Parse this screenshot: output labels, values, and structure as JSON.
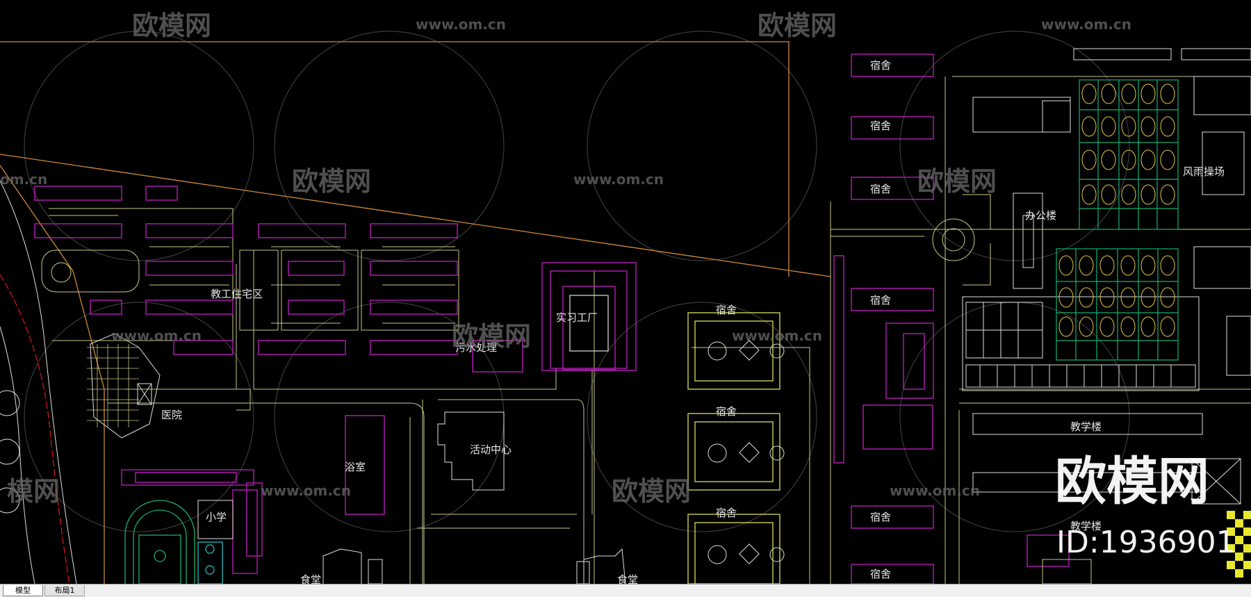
{
  "theme": {
    "background": "#000000",
    "building_magenta": "#c41fc4",
    "road_yellow": "#c8c88a",
    "boundary_orange": "#d08a3a",
    "red_line": "#e01818",
    "green_field": "#18b070",
    "cyan_court": "#20d0d0",
    "yellow_bright": "#f0f060",
    "white_line": "#e0e0e0"
  },
  "labels": {
    "staff_housing": "教工住宅区",
    "sewage": "污水处理",
    "factory": "实习工厂",
    "hospital": "医院",
    "bathroom": "浴室",
    "activity_center": "活动中心",
    "primary_school": "小学",
    "canteen_left": "食堂",
    "canteen_right": "食堂",
    "dorm_center_1": "宿舍",
    "dorm_center_2": "宿舍",
    "dorm_center_3": "宿舍",
    "dorm_right_1": "宿舍",
    "dorm_right_2": "宿舍",
    "dorm_right_3": "宿舍",
    "dorm_right_4": "宿舍",
    "dorm_right_5": "宿舍",
    "dorm_right_6": "宿舍",
    "office": "办公楼",
    "rain_playground": "风雨操场",
    "teaching_1": "教学楼",
    "teaching_2": "教学楼"
  },
  "watermarks": {
    "brand": "欧模网",
    "url": "www.om.cn",
    "url_partial": "om.cn",
    "brand_partial": "模网"
  },
  "overlay": {
    "brand": "欧模网",
    "id": "ID:1936901"
  },
  "tabs": [
    {
      "label": "模型",
      "active": true
    },
    {
      "label": "布局1",
      "active": false
    }
  ]
}
